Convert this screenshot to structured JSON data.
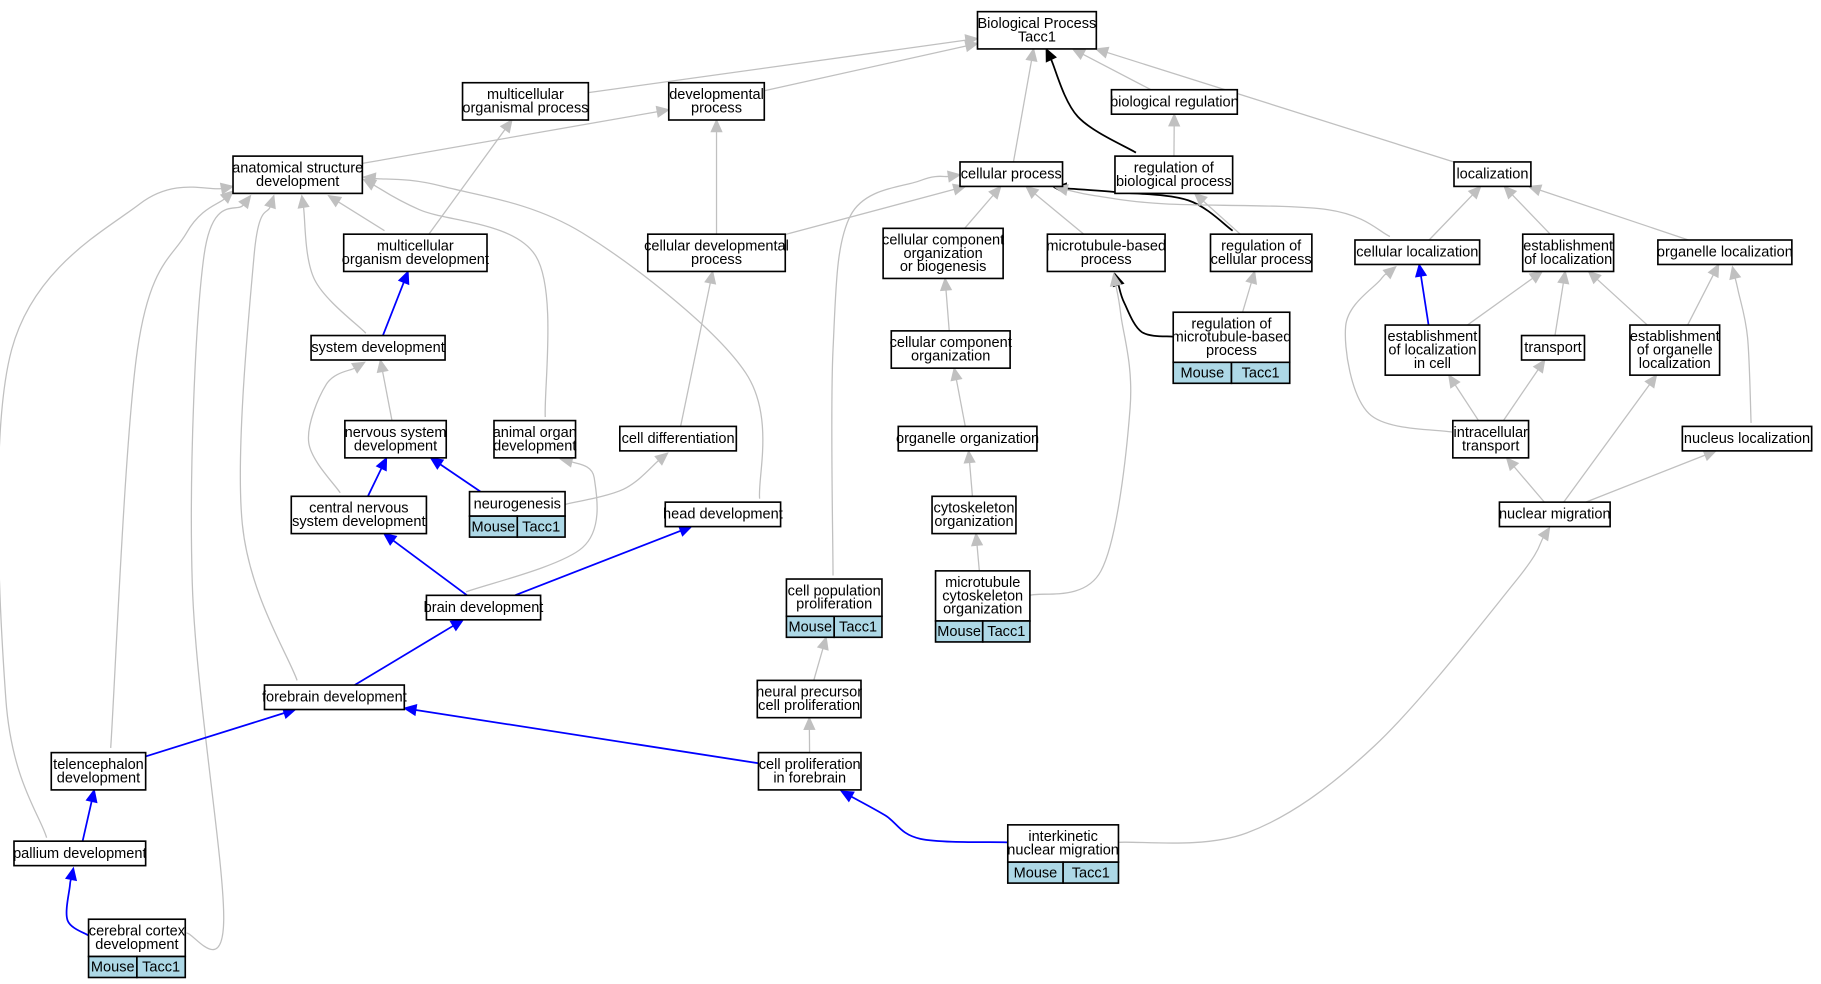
{
  "diagram": {
    "nodes": [
      {
        "id": "bp",
        "lines": [
          "Biological Process",
          "Tacc1"
        ]
      },
      {
        "id": "mop",
        "lines": [
          "multicellular",
          "organismal process"
        ]
      },
      {
        "id": "dp",
        "lines": [
          "developmental",
          "process"
        ]
      },
      {
        "id": "br",
        "lines": [
          "biological regulation"
        ]
      },
      {
        "id": "asd",
        "lines": [
          "anatomical structure",
          "development"
        ]
      },
      {
        "id": "cp",
        "lines": [
          "cellular process"
        ]
      },
      {
        "id": "rbp",
        "lines": [
          "regulation of",
          "biological process"
        ]
      },
      {
        "id": "loc",
        "lines": [
          "localization"
        ]
      },
      {
        "id": "mod",
        "lines": [
          "multicellular",
          "organism development"
        ]
      },
      {
        "id": "cdp",
        "lines": [
          "cellular developmental",
          "process"
        ]
      },
      {
        "id": "ccob",
        "lines": [
          "cellular component",
          "organization",
          "or biogenesis"
        ]
      },
      {
        "id": "mbp",
        "lines": [
          "microtubule-based",
          "process"
        ]
      },
      {
        "id": "rcp",
        "lines": [
          "regulation of",
          "cellular process"
        ]
      },
      {
        "id": "cl",
        "lines": [
          "cellular localization"
        ]
      },
      {
        "id": "eol",
        "lines": [
          "establishment",
          "of localization"
        ]
      },
      {
        "id": "ol",
        "lines": [
          "organelle localization"
        ]
      },
      {
        "id": "sd",
        "lines": [
          "system development"
        ]
      },
      {
        "id": "ccorg",
        "lines": [
          "cellular component",
          "organization"
        ]
      },
      {
        "id": "rmbp",
        "lines": [
          "regulation of",
          "microtubule-based",
          "process"
        ],
        "anno": [
          "Mouse",
          "Tacc1"
        ]
      },
      {
        "id": "eolc",
        "lines": [
          "establishment",
          "of localization",
          "in cell"
        ]
      },
      {
        "id": "tr",
        "lines": [
          "transport"
        ]
      },
      {
        "id": "eoorg",
        "lines": [
          "establishment",
          "of organelle",
          "localization"
        ]
      },
      {
        "id": "nsd",
        "lines": [
          "nervous system",
          "development"
        ]
      },
      {
        "id": "aod",
        "lines": [
          "animal organ",
          "development"
        ]
      },
      {
        "id": "cd",
        "lines": [
          "cell differentiation"
        ]
      },
      {
        "id": "oo",
        "lines": [
          "organelle organization"
        ]
      },
      {
        "id": "it",
        "lines": [
          "intracellular",
          "transport"
        ]
      },
      {
        "id": "nl",
        "lines": [
          "nucleus localization"
        ]
      },
      {
        "id": "cnsd",
        "lines": [
          "central nervous",
          "system development"
        ]
      },
      {
        "id": "ng",
        "lines": [
          "neurogenesis"
        ],
        "anno": [
          "Mouse",
          "Tacc1"
        ]
      },
      {
        "id": "hd",
        "lines": [
          "head development"
        ]
      },
      {
        "id": "co",
        "lines": [
          "cytoskeleton",
          "organization"
        ]
      },
      {
        "id": "nm",
        "lines": [
          "nuclear migration"
        ]
      },
      {
        "id": "bd",
        "lines": [
          "brain development"
        ]
      },
      {
        "id": "cpp",
        "lines": [
          "cell population",
          "proliferation"
        ],
        "anno": [
          "Mouse",
          "Tacc1"
        ]
      },
      {
        "id": "mco",
        "lines": [
          "microtubule",
          "cytoskeleton",
          "organization"
        ],
        "anno": [
          "Mouse",
          "Tacc1"
        ]
      },
      {
        "id": "fd",
        "lines": [
          "forebrain development"
        ]
      },
      {
        "id": "npcp",
        "lines": [
          "neural precursor",
          "cell proliferation"
        ]
      },
      {
        "id": "td",
        "lines": [
          "telencephalon",
          "development"
        ]
      },
      {
        "id": "cpf",
        "lines": [
          "cell proliferation",
          "in forebrain"
        ]
      },
      {
        "id": "pd",
        "lines": [
          "pallium development"
        ]
      },
      {
        "id": "inm",
        "lines": [
          "interkinetic",
          "nuclear migration"
        ],
        "anno": [
          "Mouse",
          "Tacc1"
        ]
      },
      {
        "id": "ccd",
        "lines": [
          "cerebral cortex",
          "development"
        ],
        "anno": [
          "Mouse",
          "Tacc1"
        ]
      }
    ],
    "edge_colors": {
      "gray": "#c0c0c0",
      "blue": "#0000ff",
      "black": "#000000"
    },
    "edges": [
      {
        "from": "mop",
        "to": "bp",
        "type": "gray"
      },
      {
        "from": "dp",
        "to": "bp",
        "type": "gray"
      },
      {
        "from": "cp",
        "to": "bp",
        "type": "gray"
      },
      {
        "from": "rbp",
        "to": "bp",
        "type": "black"
      },
      {
        "from": "br",
        "to": "bp",
        "type": "gray"
      },
      {
        "from": "loc",
        "to": "bp",
        "type": "gray"
      },
      {
        "from": "asd",
        "to": "dp",
        "type": "gray"
      },
      {
        "from": "cdp",
        "to": "dp",
        "type": "gray"
      },
      {
        "from": "mod",
        "to": "mop",
        "type": "gray"
      },
      {
        "from": "rbp",
        "to": "br",
        "type": "gray"
      },
      {
        "from": "mod",
        "to": "asd",
        "type": "gray"
      },
      {
        "from": "sd",
        "to": "asd",
        "type": "gray"
      },
      {
        "from": "aod",
        "to": "asd",
        "type": "gray"
      },
      {
        "from": "hd",
        "to": "asd",
        "type": "gray"
      },
      {
        "from": "td",
        "to": "asd",
        "type": "gray"
      },
      {
        "from": "pd",
        "to": "asd",
        "type": "gray"
      },
      {
        "from": "ccd",
        "to": "asd",
        "type": "gray"
      },
      {
        "from": "fd",
        "to": "asd",
        "type": "gray"
      },
      {
        "from": "sd",
        "to": "mod",
        "type": "blue"
      },
      {
        "from": "nsd",
        "to": "sd",
        "type": "gray"
      },
      {
        "from": "cnsd",
        "to": "sd",
        "type": "gray"
      },
      {
        "from": "cnsd",
        "to": "nsd",
        "type": "blue"
      },
      {
        "from": "ng",
        "to": "nsd",
        "type": "blue"
      },
      {
        "from": "ng",
        "to": "cd",
        "type": "gray"
      },
      {
        "from": "cd",
        "to": "cdp",
        "type": "gray"
      },
      {
        "from": "cdp",
        "to": "cp",
        "type": "gray"
      },
      {
        "from": "cpp",
        "to": "cp",
        "type": "gray"
      },
      {
        "from": "ccob",
        "to": "cp",
        "type": "gray"
      },
      {
        "from": "mbp",
        "to": "cp",
        "type": "gray"
      },
      {
        "from": "rcp",
        "to": "cp",
        "type": "black"
      },
      {
        "from": "cl",
        "to": "cp",
        "type": "gray"
      },
      {
        "from": "rcp",
        "to": "rbp",
        "type": "gray"
      },
      {
        "from": "rmbp",
        "to": "rcp",
        "type": "gray"
      },
      {
        "from": "rmbp",
        "to": "mbp",
        "type": "black"
      },
      {
        "from": "mco",
        "to": "mbp",
        "type": "gray"
      },
      {
        "from": "ccorg",
        "to": "ccob",
        "type": "gray"
      },
      {
        "from": "oo",
        "to": "ccorg",
        "type": "gray"
      },
      {
        "from": "co",
        "to": "oo",
        "type": "gray"
      },
      {
        "from": "mco",
        "to": "co",
        "type": "gray"
      },
      {
        "from": "cl",
        "to": "loc",
        "type": "gray"
      },
      {
        "from": "eol",
        "to": "loc",
        "type": "gray"
      },
      {
        "from": "ol",
        "to": "loc",
        "type": "gray"
      },
      {
        "from": "eolc",
        "to": "cl",
        "type": "blue"
      },
      {
        "from": "it",
        "to": "cl",
        "type": "gray"
      },
      {
        "from": "eolc",
        "to": "eol",
        "type": "gray"
      },
      {
        "from": "tr",
        "to": "eol",
        "type": "gray"
      },
      {
        "from": "eoorg",
        "to": "eol",
        "type": "gray"
      },
      {
        "from": "eoorg",
        "to": "ol",
        "type": "gray"
      },
      {
        "from": "nl",
        "to": "ol",
        "type": "gray"
      },
      {
        "from": "it",
        "to": "eolc",
        "type": "gray"
      },
      {
        "from": "it",
        "to": "tr",
        "type": "gray"
      },
      {
        "from": "nm",
        "to": "it",
        "type": "gray"
      },
      {
        "from": "nm",
        "to": "eoorg",
        "type": "gray"
      },
      {
        "from": "nm",
        "to": "nl",
        "type": "gray"
      },
      {
        "from": "bd",
        "to": "cnsd",
        "type": "blue"
      },
      {
        "from": "bd",
        "to": "aod",
        "type": "gray"
      },
      {
        "from": "bd",
        "to": "hd",
        "type": "blue"
      },
      {
        "from": "fd",
        "to": "bd",
        "type": "blue"
      },
      {
        "from": "td",
        "to": "fd",
        "type": "blue"
      },
      {
        "from": "cpf",
        "to": "fd",
        "type": "blue"
      },
      {
        "from": "pd",
        "to": "td",
        "type": "blue"
      },
      {
        "from": "ccd",
        "to": "pd",
        "type": "blue"
      },
      {
        "from": "npcp",
        "to": "cpp",
        "type": "gray"
      },
      {
        "from": "cpf",
        "to": "npcp",
        "type": "gray"
      },
      {
        "from": "inm",
        "to": "cpf",
        "type": "blue"
      },
      {
        "from": "inm",
        "to": "nm",
        "type": "gray"
      }
    ]
  }
}
